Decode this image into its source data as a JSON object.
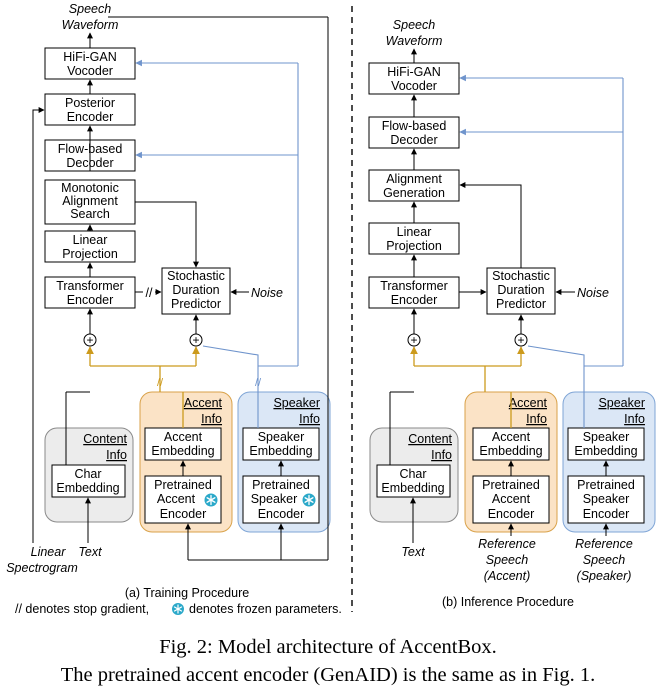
{
  "training": {
    "output": [
      "Speech",
      "Waveform"
    ],
    "blocks": {
      "hifigan": [
        "HiFi-GAN",
        "Vocoder"
      ],
      "posterior": [
        "Posterior",
        "Encoder"
      ],
      "flow": [
        "Flow-based",
        "Decoder"
      ],
      "mas": [
        "Monotonic",
        "Alignment",
        "Search"
      ],
      "linear": [
        "Linear",
        "Projection"
      ],
      "transformer": [
        "Transformer",
        "Encoder"
      ],
      "sdp": [
        "Stochastic",
        "Duration",
        "Predictor"
      ],
      "char": [
        "Char",
        "Embedding"
      ],
      "accent_emb": [
        "Accent",
        "Embedding"
      ],
      "speaker_emb": [
        "Speaker",
        "Embedding"
      ],
      "pre_accent": [
        "Pretrained",
        "Accent",
        "Encoder"
      ],
      "pre_speaker": [
        "Pretrained",
        "Speaker",
        "Encoder"
      ]
    },
    "groups": {
      "content": [
        "Content",
        "Info"
      ],
      "accent": [
        "Accent",
        "Info"
      ],
      "speaker": [
        "Speaker",
        "Info"
      ]
    },
    "noise": "Noise",
    "stop_grad": "//",
    "inputs": {
      "spectrogram": [
        "Linear",
        "Spectrogram"
      ],
      "text": "Text"
    },
    "caption": "(a) Training Procedure",
    "note_prefix": "// denotes stop gradient,",
    "note_suffix": "denotes frozen parameters."
  },
  "inference": {
    "output": [
      "Speech",
      "Waveform"
    ],
    "blocks": {
      "hifigan": [
        "HiFi-GAN",
        "Vocoder"
      ],
      "flow": [
        "Flow-based",
        "Decoder"
      ],
      "align": [
        "Alignment",
        "Generation"
      ],
      "linear": [
        "Linear",
        "Projection"
      ],
      "transformer": [
        "Transformer",
        "Encoder"
      ],
      "sdp": [
        "Stochastic",
        "Duration",
        "Predictor"
      ],
      "char": [
        "Char",
        "Embedding"
      ],
      "accent_emb": [
        "Accent",
        "Embedding"
      ],
      "speaker_emb": [
        "Speaker",
        "Embedding"
      ],
      "pre_accent": [
        "Pretrained",
        "Accent",
        "Encoder"
      ],
      "pre_speaker": [
        "Pretrained",
        "Speaker",
        "Encoder"
      ]
    },
    "groups": {
      "content": [
        "Content",
        "Info"
      ],
      "accent": [
        "Accent",
        "Info"
      ],
      "speaker": [
        "Speaker",
        "Info"
      ]
    },
    "noise": "Noise",
    "inputs": {
      "text": "Text",
      "ref_accent": [
        "Reference",
        "Speech",
        "(Accent)"
      ],
      "ref_speaker": [
        "Reference",
        "Speech",
        "(Speaker)"
      ]
    },
    "caption": "(b) Inference Procedure"
  },
  "figure": {
    "caption_line1": "Fig. 2: Model architecture of AccentBox.",
    "caption_line2": "The pretrained accent encoder (GenAID) is the same as in Fig. 1."
  },
  "colors": {
    "accent_fill": "#fbe3c6",
    "accent_stroke": "#d9a24a",
    "speaker_fill": "#dbe7f6",
    "speaker_stroke": "#7fa5d6",
    "content_fill": "#ececec",
    "content_stroke": "#8a8a8a",
    "accent_line": "#cc9a1c",
    "speaker_line": "#6f94cc"
  }
}
